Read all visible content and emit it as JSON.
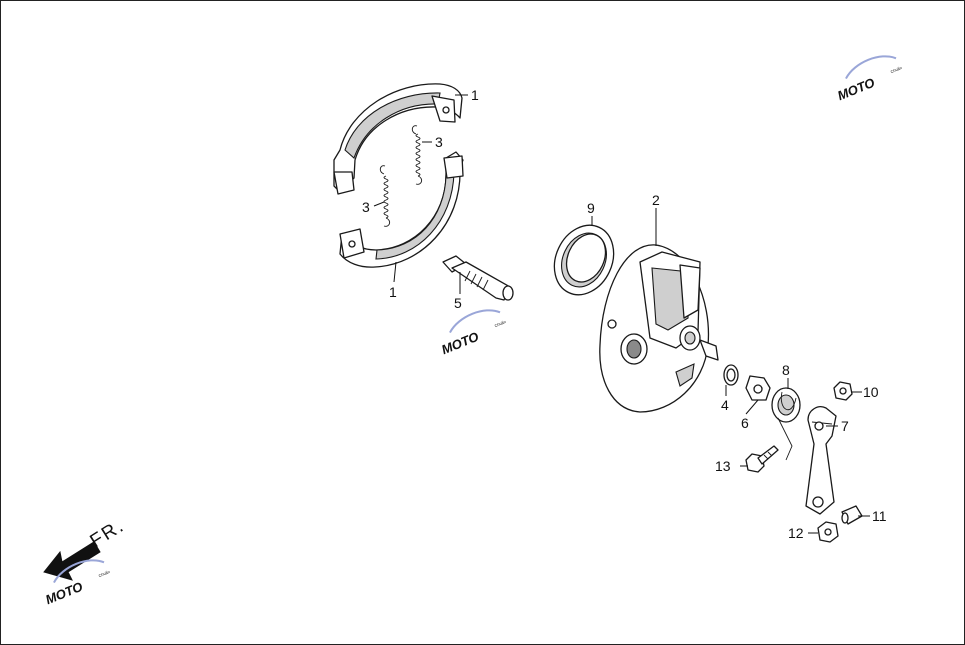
{
  "diagram": {
    "callouts": [
      {
        "id": "c1a",
        "label": "1"
      },
      {
        "id": "c1b",
        "label": "1"
      },
      {
        "id": "c2",
        "label": "2"
      },
      {
        "id": "c3a",
        "label": "3"
      },
      {
        "id": "c3b",
        "label": "3"
      },
      {
        "id": "c4",
        "label": "4"
      },
      {
        "id": "c5",
        "label": "5"
      },
      {
        "id": "c6",
        "label": "6"
      },
      {
        "id": "c7",
        "label": "7"
      },
      {
        "id": "c8",
        "label": "8"
      },
      {
        "id": "c9",
        "label": "9"
      },
      {
        "id": "c10",
        "label": "10"
      },
      {
        "id": "c11",
        "label": "11"
      },
      {
        "id": "c12",
        "label": "12"
      },
      {
        "id": "c13",
        "label": "13"
      }
    ],
    "direction_label": "FR.",
    "watermark": {
      "brand": "MOTO",
      "sub": "Chuẩn"
    },
    "colors": {
      "line": "#1a1a1a",
      "shade": "#cfcfcf",
      "watermark": "#e9a8b6",
      "watermark_blue": "#9aa6d8"
    }
  }
}
